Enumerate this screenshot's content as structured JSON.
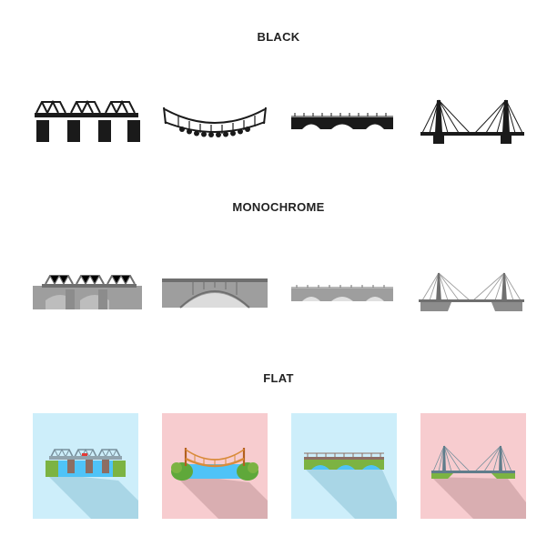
{
  "sections": {
    "black": {
      "title": "BLACK"
    },
    "monochrome": {
      "title": "MONOCHROME"
    },
    "flat": {
      "title": "FLAT"
    }
  },
  "icons": {
    "black": [
      "truss-bridge-icon",
      "suspension-rope-bridge-icon",
      "arch-viaduct-bridge-icon",
      "cable-stayed-bridge-icon"
    ],
    "monochrome": [
      "truss-bridge-icon",
      "steel-arch-bridge-icon",
      "arch-viaduct-bridge-icon",
      "cable-stayed-bridge-icon"
    ],
    "flat": [
      "truss-bridge-icon",
      "rope-bridge-icon",
      "arch-viaduct-bridge-icon",
      "cable-stayed-bridge-icon"
    ]
  },
  "colors": {
    "black": "#1a1a1a",
    "mono_light": "#bdbdbd",
    "mono_mid": "#9e9e9e",
    "mono_dark": "#6f6f6f",
    "flat_blue_bg": "#cdeefa",
    "flat_pink_bg": "#f7cccf",
    "flat_shadow_blue": "#a9d6e6",
    "flat_shadow_pink": "#d9aeb1",
    "grass": "#7cb342",
    "water": "#4fc3f7",
    "steel": "#8a8f99",
    "wood": "#d98b3a",
    "bush": "#5fa83a"
  }
}
